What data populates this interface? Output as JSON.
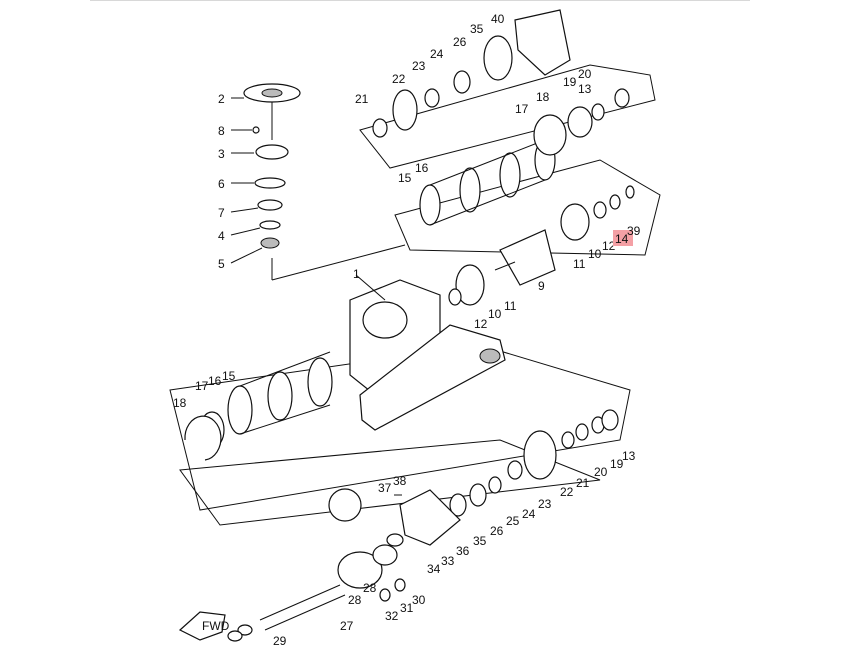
{
  "callouts": [
    {
      "id": "c-1",
      "text": "1"
    },
    {
      "id": "c-2",
      "text": "2"
    },
    {
      "id": "c-3",
      "text": "3"
    },
    {
      "id": "c-4",
      "text": "4"
    },
    {
      "id": "c-5",
      "text": "5"
    },
    {
      "id": "c-6",
      "text": "6"
    },
    {
      "id": "c-7",
      "text": "7"
    },
    {
      "id": "c-8",
      "text": "8"
    },
    {
      "id": "c-9",
      "text": "9"
    },
    {
      "id": "c-10a",
      "text": "10"
    },
    {
      "id": "c-10b",
      "text": "10"
    },
    {
      "id": "c-11a",
      "text": "11"
    },
    {
      "id": "c-11b",
      "text": "11"
    },
    {
      "id": "c-12a",
      "text": "12"
    },
    {
      "id": "c-12b",
      "text": "12"
    },
    {
      "id": "c-13a",
      "text": "13"
    },
    {
      "id": "c-13b",
      "text": "13"
    },
    {
      "id": "c-14",
      "text": "14"
    },
    {
      "id": "c-15a",
      "text": "15"
    },
    {
      "id": "c-15b",
      "text": "15"
    },
    {
      "id": "c-16a",
      "text": "16"
    },
    {
      "id": "c-16b",
      "text": "16"
    },
    {
      "id": "c-17a",
      "text": "17"
    },
    {
      "id": "c-17b",
      "text": "17"
    },
    {
      "id": "c-18a",
      "text": "18"
    },
    {
      "id": "c-18b",
      "text": "18"
    },
    {
      "id": "c-19a",
      "text": "19"
    },
    {
      "id": "c-19b",
      "text": "19"
    },
    {
      "id": "c-20a",
      "text": "20"
    },
    {
      "id": "c-20b",
      "text": "20"
    },
    {
      "id": "c-21a",
      "text": "21"
    },
    {
      "id": "c-21b",
      "text": "21"
    },
    {
      "id": "c-22a",
      "text": "22"
    },
    {
      "id": "c-22b",
      "text": "22"
    },
    {
      "id": "c-23a",
      "text": "23"
    },
    {
      "id": "c-23b",
      "text": "23"
    },
    {
      "id": "c-24a",
      "text": "24"
    },
    {
      "id": "c-24b",
      "text": "24"
    },
    {
      "id": "c-25",
      "text": "25"
    },
    {
      "id": "c-26a",
      "text": "26"
    },
    {
      "id": "c-26b",
      "text": "26"
    },
    {
      "id": "c-27",
      "text": "27"
    },
    {
      "id": "c-28a",
      "text": "28"
    },
    {
      "id": "c-28b",
      "text": "28"
    },
    {
      "id": "c-29",
      "text": "29"
    },
    {
      "id": "c-30",
      "text": "30"
    },
    {
      "id": "c-31",
      "text": "31"
    },
    {
      "id": "c-32",
      "text": "32"
    },
    {
      "id": "c-33",
      "text": "33"
    },
    {
      "id": "c-34",
      "text": "34"
    },
    {
      "id": "c-35a",
      "text": "35"
    },
    {
      "id": "c-35b",
      "text": "35"
    },
    {
      "id": "c-36",
      "text": "36"
    },
    {
      "id": "c-37",
      "text": "37"
    },
    {
      "id": "c-38",
      "text": "38"
    },
    {
      "id": "c-39",
      "text": "39"
    },
    {
      "id": "c-40",
      "text": "40"
    }
  ],
  "highlight": {
    "label": "14",
    "color": "#f4a0a5"
  },
  "fwd_label": "FWD",
  "footer_code": "FWD..."
}
